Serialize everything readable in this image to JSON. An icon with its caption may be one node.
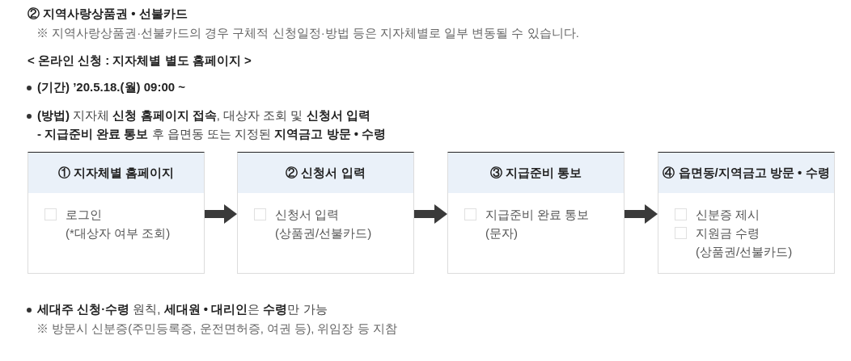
{
  "diagram": {
    "title": "② 지역사랑상품권 • 선불카드",
    "nodes": [
      {
        "text": [
          "① 지자체별 홈페이지",
          "로그인",
          "(*대상자 여부 조회)"
        ]
      },
      {
        "text": [
          "② 신청서 입력",
          "신청서 입력",
          "(상품권/선불카드)"
        ]
      },
      {
        "text": [
          "③ 지급준비 통보",
          "지급준비 완료 통보",
          "(문자)"
        ]
      },
      {
        "text": [
          "④ 읍면동/지역금고 방문 • 수령",
          "신분증 제시",
          "지원금 수령",
          "(상품권/선불카드)"
        ]
      }
    ],
    "edges": [
      {
        "from": 0,
        "to": 1,
        "arrow": "to"
      },
      {
        "from": 1,
        "to": 2,
        "arrow": "to"
      },
      {
        "from": 2,
        "to": 3,
        "arrow": "to"
      }
    ],
    "labels": [
      "※ 지역사랑상품권·선불카드의 경우 구체적 신청일정·방법 등은 지자체별로 일부 변동될 수 있습니다.",
      "< 온라인 신청 : 지자체별 별도 홈페이지 >",
      "(기간) ’20.5.18.(월) 09:00 ~",
      "**(방법)** 지자체 **신청 홈페이지 접속**, 대상자 조회 및 **신청서 입력**",
      "**- 지급준비 완료 통보** 후 읍면동 또는 지정된 **지역금고 방문 • 수령**",
      "**세대주 신청·수령** 원칙, **세대원 • 대리인**은 **수령**만 가능",
      "※ 방문시 신분증(주민등록증, 운전면허증, 여권 등), 위임장 등 지참"
    ]
  }
}
